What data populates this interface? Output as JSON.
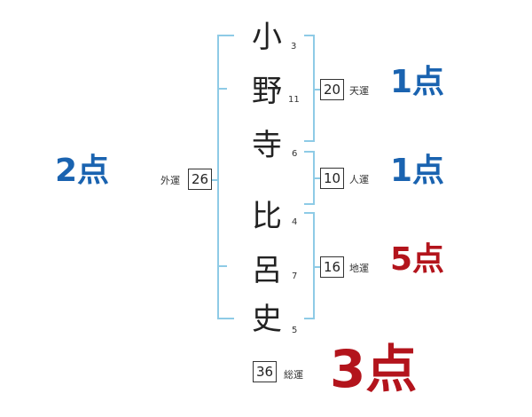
{
  "name": {
    "chars": [
      {
        "char": "小",
        "strokes": "3"
      },
      {
        "char": "野",
        "strokes": "11"
      },
      {
        "char": "寺",
        "strokes": "6"
      },
      {
        "char": "比",
        "strokes": "4"
      },
      {
        "char": "呂",
        "strokes": "7"
      },
      {
        "char": "史",
        "strokes": "5"
      }
    ]
  },
  "fortunes": {
    "tenkaku": {
      "value": "20",
      "label": "天運",
      "score": "1点"
    },
    "jinkaku": {
      "value": "10",
      "label": "人運",
      "score": "1点"
    },
    "chikaku": {
      "value": "16",
      "label": "地運",
      "score": "5点"
    },
    "gaikaku": {
      "value": "26",
      "label": "外運",
      "score": "2点"
    },
    "soukaku": {
      "value": "36",
      "label": "総運",
      "score": "3点"
    }
  },
  "colors": {
    "bracket": "#8ecbe6",
    "score_blue": "#1a63b0",
    "score_red": "#b3141c"
  }
}
